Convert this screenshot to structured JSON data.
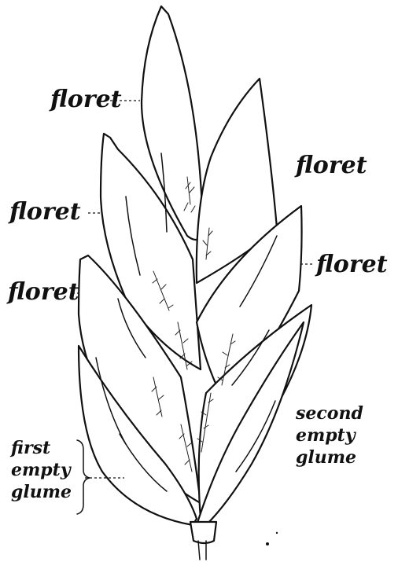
{
  "labels": {
    "floret_top_left": "floret",
    "floret_top_right": "floret",
    "floret_mid_left": "floret",
    "floret_mid_right": "floret",
    "floret_lower_left": "floret",
    "first_empty_glume": [
      "first",
      "empty",
      "glume"
    ],
    "second_empty_glume": [
      "second",
      "empty",
      "glume"
    ]
  }
}
